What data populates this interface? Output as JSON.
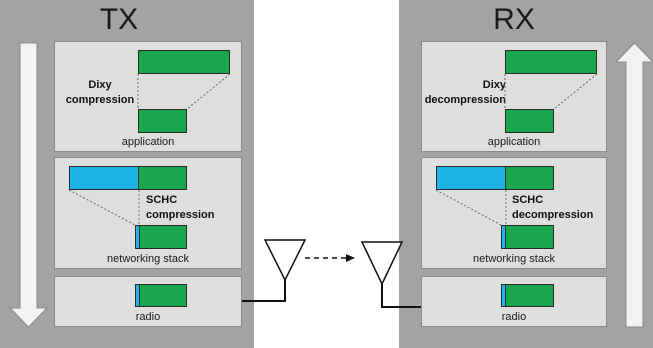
{
  "tx": {
    "title": "TX",
    "application": {
      "operation": "Dixy\ncompression",
      "label": "application"
    },
    "network": {
      "operation": "SCHC\ncompression",
      "label": "networking stack"
    },
    "radio": {
      "label": "radio"
    }
  },
  "rx": {
    "title": "RX",
    "application": {
      "operation": "Dixy\ndecompression",
      "label": "application"
    },
    "network": {
      "operation": "SCHC\ndecompression",
      "label": "networking stack"
    },
    "radio": {
      "label": "radio"
    }
  },
  "colors": {
    "panel": "#a3a3a3",
    "layer": "#dedede",
    "payload": "#1aa64a",
    "header": "#1fb4e8"
  }
}
